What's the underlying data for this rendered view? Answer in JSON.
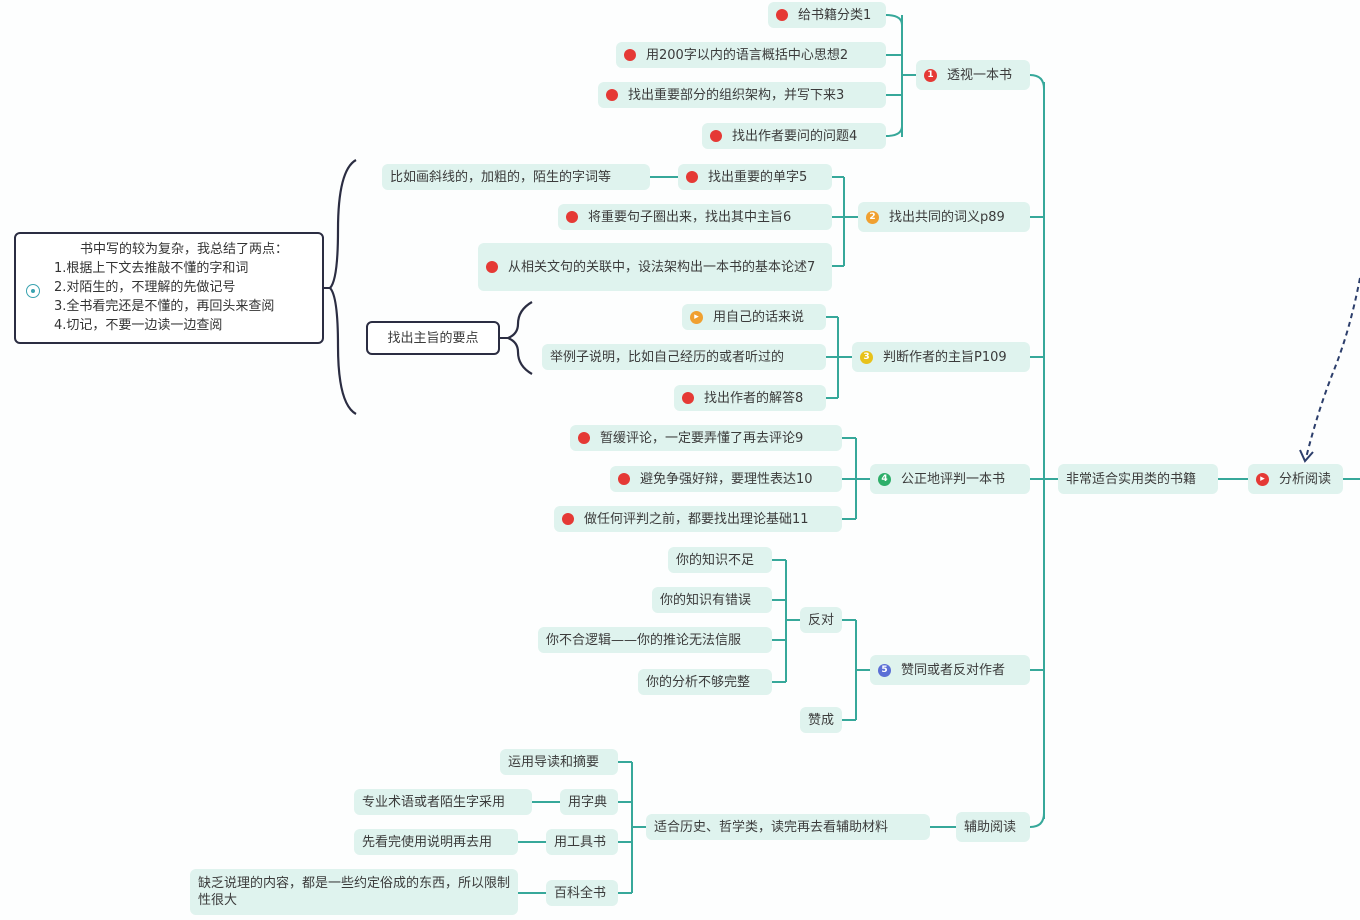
{
  "mindmap": {
    "root": "分析阅读",
    "hub": "非常适合实用类的书籍",
    "branches": [
      {
        "label": "透视一本书",
        "badge": "1",
        "badge_color": "#e53935",
        "items": [
          "给书籍分类1",
          "用200字以内的语言概括中心思想2",
          "找出重要部分的组织架构，并写下来3",
          "找出作者要问的问题4"
        ]
      },
      {
        "label": "找出共同的词义p89",
        "badge": "2",
        "badge_color": "#f0a030",
        "items": [
          "找出重要的单字5",
          "将重要句子圈出来，找出其中主旨6",
          "从相关文句的关联中，设法架构出一本书的基本论述7"
        ],
        "sub": "比如画斜线的，加粗的，陌生的字词等"
      },
      {
        "label": "判断作者的主旨P109",
        "badge": "3",
        "badge_color": "#e8c21a",
        "items": [
          "用自己的话来说",
          "举例子说明，比如自己经历的或者听过的",
          "找出作者的解答8"
        ]
      },
      {
        "label": "公正地评判一本书",
        "badge": "4",
        "badge_color": "#2eaf6a",
        "items": [
          "暂缓评论，一定要弄懂了再去评论9",
          "避免争强好辩，要理性表达10",
          "做任何评判之前，都要找出理论基础11"
        ]
      },
      {
        "label": "赞同或者反对作者",
        "badge": "5",
        "badge_color": "#5b6fd6",
        "oppose": "反对",
        "agree": "赞成",
        "items": [
          "你的知识不足",
          "你的知识有错误",
          "你不合逻辑——你的推论无法信服",
          "你的分析不够完整"
        ]
      },
      {
        "label": "辅助阅读",
        "mid": "适合历史、哲学类，读完再去看辅助材料",
        "items": [
          "运用导读和摘要",
          "用字典",
          "用工具书",
          "百科全书"
        ],
        "notes": [
          "专业术语或者陌生字采用",
          "先看完使用说明再去用",
          "缺乏说理的内容，都是一些约定俗成的东西，所以限制性很大"
        ]
      }
    ],
    "key_points": "找出主旨的要点",
    "note_lines": [
      "书中写的较为复杂，我总结了两点：",
      "1.根据上下文去推敲不懂的字和词",
      "2.对陌生的，不理解的先做记号",
      "3.全书看完还是不懂的，再回头来查阅",
      "4.切记，不要一边读一边查阅"
    ]
  },
  "colors": {
    "link": "#37a89a",
    "node_bg": "#dff3ee",
    "dot": "#e53935",
    "dashed": "#2c3e6b"
  }
}
